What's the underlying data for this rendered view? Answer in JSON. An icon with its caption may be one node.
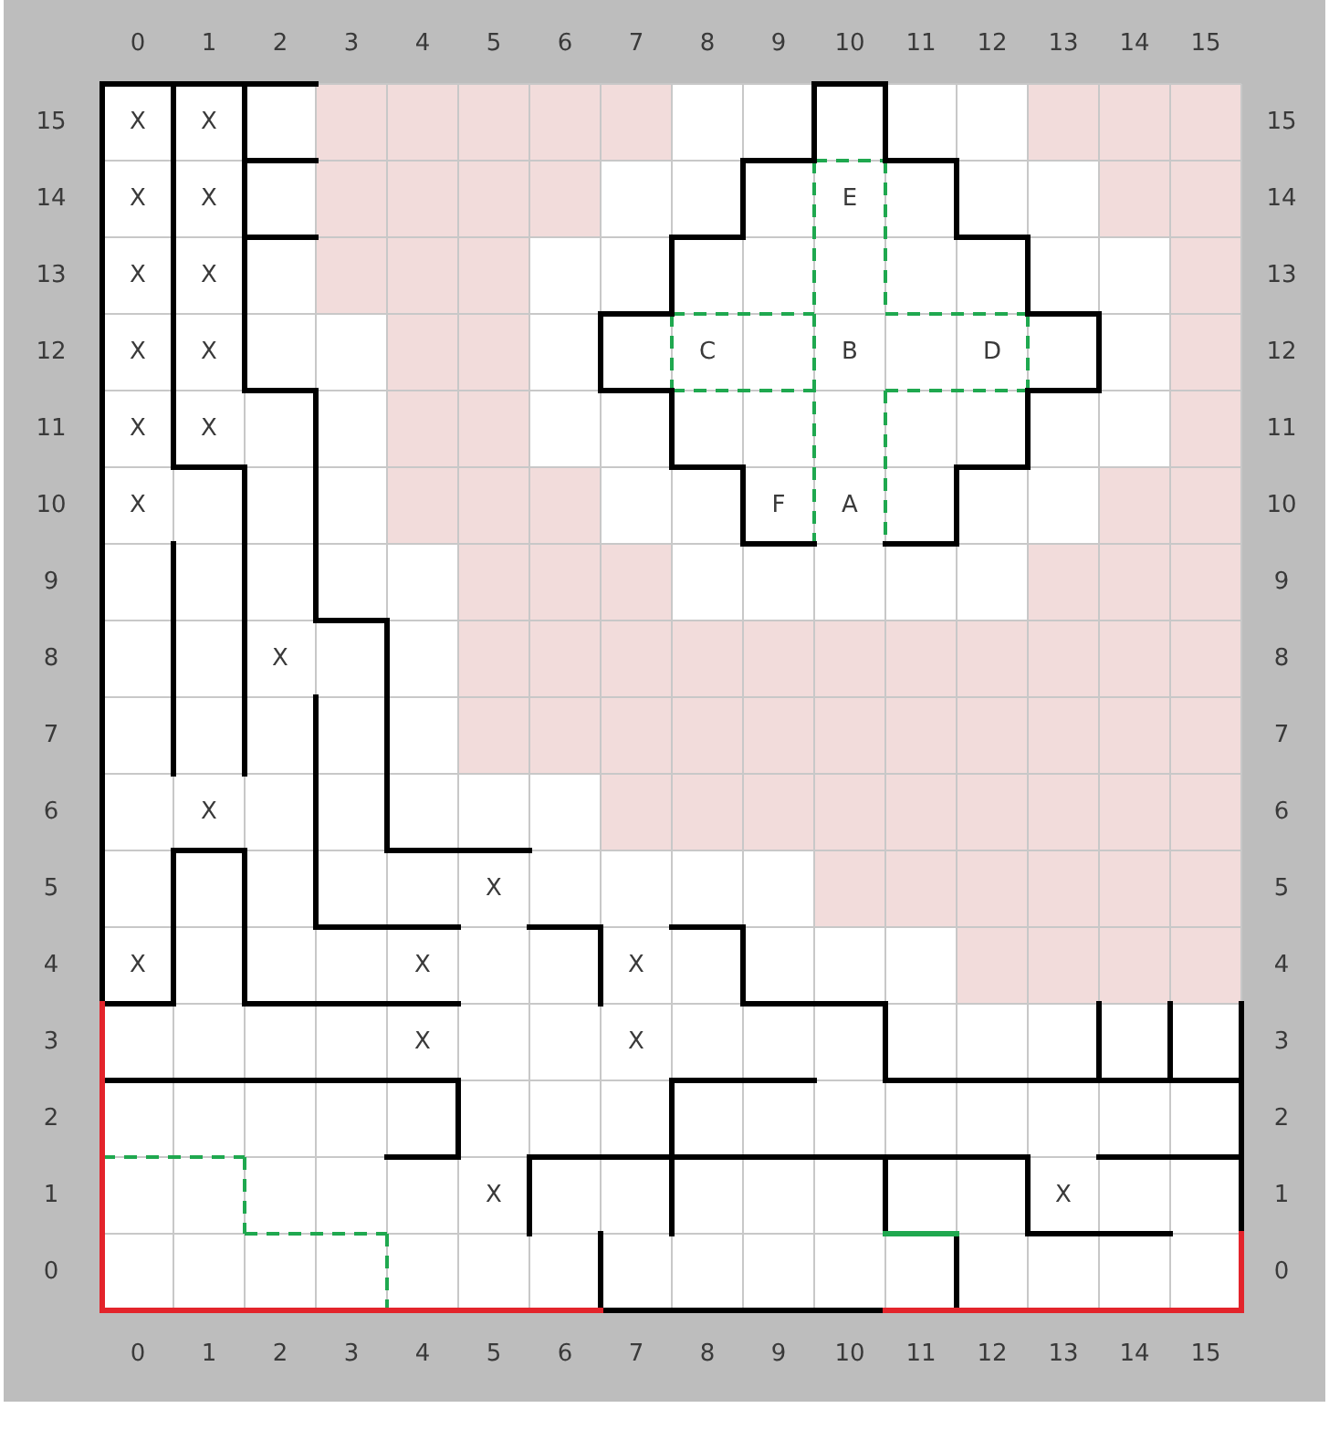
{
  "diagram": {
    "labels": [
      "0",
      "1",
      "2",
      "3",
      "4",
      "5",
      "6",
      "7",
      "8",
      "9",
      "10",
      "11",
      "12",
      "13",
      "14",
      "15",
      "15",
      "X",
      "X",
      "15",
      "14",
      "X",
      "X",
      "E",
      "14",
      "13",
      "X",
      "X",
      "13",
      "12",
      "X",
      "X",
      "C",
      "B",
      "D",
      "12",
      "11",
      "X",
      "X",
      "11",
      "10",
      "X",
      "F",
      "A",
      "10",
      "9",
      "9",
      "8",
      "X",
      "8",
      "7",
      "7",
      "6",
      "X",
      "6",
      "5",
      "X",
      "5",
      "4",
      "X",
      "X",
      "X",
      "4",
      "3",
      "X",
      "X",
      "3",
      "2",
      "2",
      "1",
      "X",
      "X",
      "1",
      "0",
      "0",
      "0",
      "1",
      "2",
      "3",
      "4",
      "5",
      "6",
      "7",
      "8",
      "9",
      "10",
      "11",
      "12",
      "13",
      "14",
      "15"
    ]
  }
}
